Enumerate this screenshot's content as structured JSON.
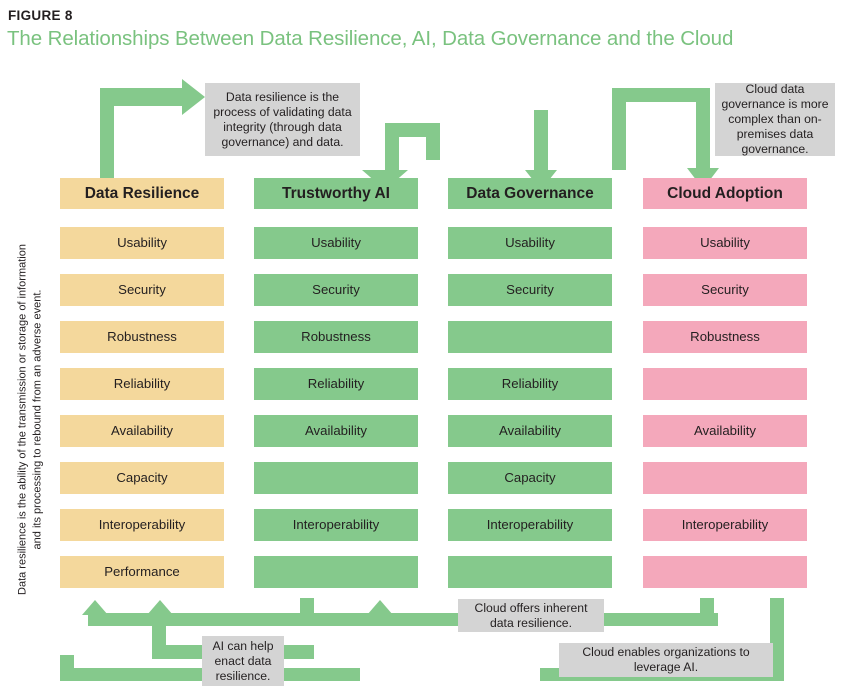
{
  "figure": {
    "label": "FIGURE 8",
    "title": "The Relationships Between Data Resilience, AI, Data Governance and the Cloud",
    "side_caption": "Data resilience is the ability of the transmission or storage of information and its processing to rebound from an adverse event."
  },
  "colors": {
    "title_green": "#7ac27f",
    "arrow_green": "#85c98c",
    "amber": "#f4d89c",
    "green": "#85c98c",
    "pink": "#f4a8bb",
    "note_gray": "#d4d4d4",
    "text": "#231f20"
  },
  "matrix": {
    "columns": [
      {
        "header": "Data Resilience",
        "color_key": "amber",
        "cells": [
          "Usability",
          "Security",
          "Robustness",
          "Reliability",
          "Availability",
          "Capacity",
          "Interoperability",
          "Performance"
        ]
      },
      {
        "header": "Trustworthy AI",
        "color_key": "green",
        "cells": [
          "Usability",
          "Security",
          "Robustness",
          "Reliability",
          "Availability",
          "",
          "Interoperability",
          ""
        ]
      },
      {
        "header": "Data Governance",
        "color_key": "green",
        "cells": [
          "Usability",
          "Security",
          "",
          "Reliability",
          "Availability",
          "Capacity",
          "Interoperability",
          ""
        ]
      },
      {
        "header": "Cloud Adoption",
        "color_key": "pink",
        "cells": [
          "Usability",
          "Security",
          "Robustness",
          "",
          "Availability",
          "",
          "Interoperability",
          ""
        ]
      }
    ]
  },
  "notes": {
    "top_left": "Data resilience is the process of validating data integrity (through data governance) and data.",
    "top_right": "Cloud data governance is more complex than on-premises data governance.",
    "bottom_cloud_resilience": "Cloud offers inherent data resilience.",
    "bottom_ai_enact": "AI can help enact data resilience.",
    "bottom_cloud_leverage": "Cloud enables organizations to leverage AI."
  }
}
